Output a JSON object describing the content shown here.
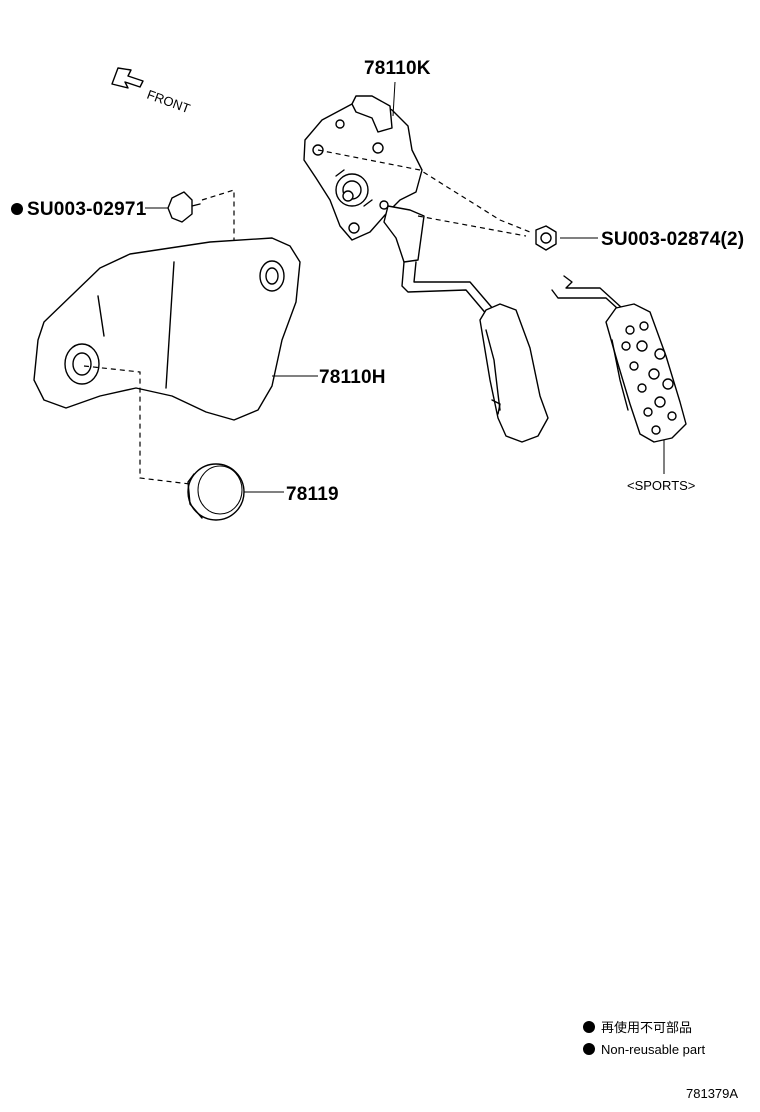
{
  "orientation": {
    "front_label": "FRONT"
  },
  "parts": {
    "sensor_assy": {
      "label": "78110K"
    },
    "bolt": {
      "label": "SU003-02971",
      "non_reusable": true
    },
    "nut": {
      "label": "SU003-02874(2)"
    },
    "bracket": {
      "label": "78110H"
    },
    "stopper": {
      "label": "78119"
    },
    "sports_pedal": {
      "label": "<SPORTS>"
    }
  },
  "legend": {
    "non_reusable_jp": "再使用不可部品",
    "non_reusable_en": "Non-reusable part"
  },
  "diagram_code": "781379A"
}
